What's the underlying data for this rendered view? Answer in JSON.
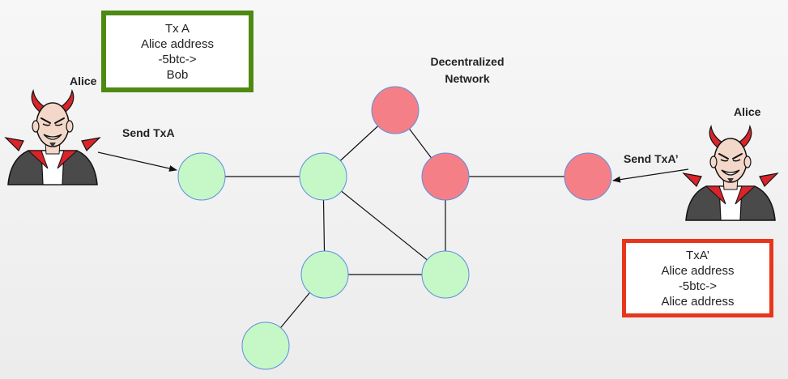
{
  "diagram": {
    "network_title_line1": "Decentralized",
    "network_title_line2": "Network",
    "alice_left_label": "Alice",
    "alice_right_label": "Alice",
    "send_left_label": "Send TxA",
    "send_right_label": "Send TxA’",
    "tx_a": {
      "line1": "Tx A",
      "line2": "Alice address",
      "line3": "-5btc->",
      "line4": "Bob",
      "border_color": "#4e8a12"
    },
    "tx_b": {
      "line1": "TxA’",
      "line2": "Alice address",
      "line3": "-5btc->",
      "line4": "Alice address",
      "border_color": "#e8361c"
    },
    "colors": {
      "green_node": "#c6f7c6",
      "red_node": "#f57f86",
      "node_stroke": "#5b8ee0"
    }
  }
}
